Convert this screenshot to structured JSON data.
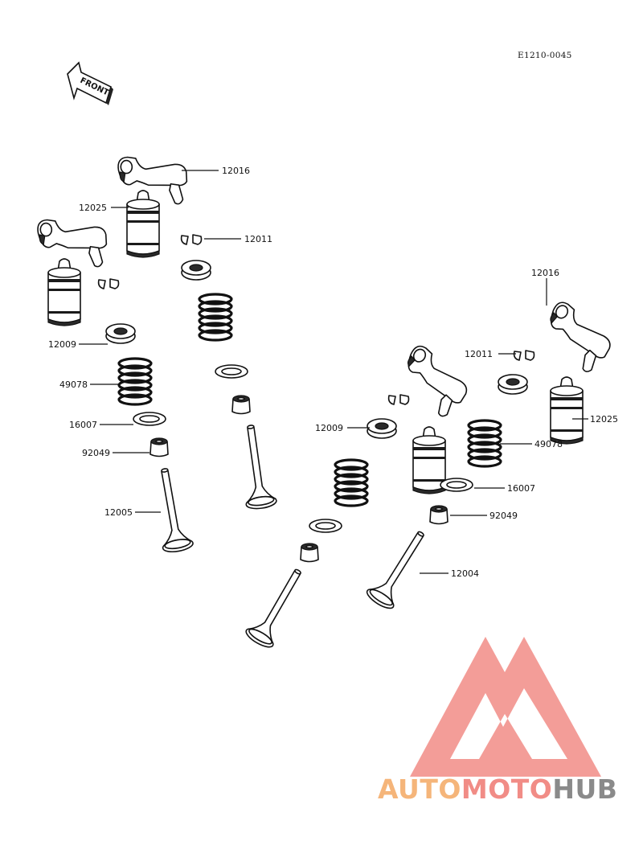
{
  "diagram": {
    "code": "E1210-0045",
    "front_label": "FRONT",
    "callouts": [
      {
        "id": "c1",
        "text": "12016"
      },
      {
        "id": "c2",
        "text": "12025"
      },
      {
        "id": "c3",
        "text": "12011"
      },
      {
        "id": "c4",
        "text": "12009"
      },
      {
        "id": "c5",
        "text": "49078"
      },
      {
        "id": "c6",
        "text": "16007"
      },
      {
        "id": "c7",
        "text": "92049"
      },
      {
        "id": "c8",
        "text": "12005"
      },
      {
        "id": "c9",
        "text": "12016"
      },
      {
        "id": "c10",
        "text": "12011"
      },
      {
        "id": "c11",
        "text": "12009"
      },
      {
        "id": "c12",
        "text": "12025"
      },
      {
        "id": "c13",
        "text": "49078"
      },
      {
        "id": "c14",
        "text": "16007"
      },
      {
        "id": "c15",
        "text": "92049"
      },
      {
        "id": "c16",
        "text": "12004"
      }
    ]
  },
  "watermark": {
    "part1": "AUTO",
    "part2": "MOTO",
    "part3": "HUB",
    "colors": {
      "orange": "#f5b57a",
      "salmon": "#f18c86",
      "gray": "#8a8a8a"
    }
  }
}
